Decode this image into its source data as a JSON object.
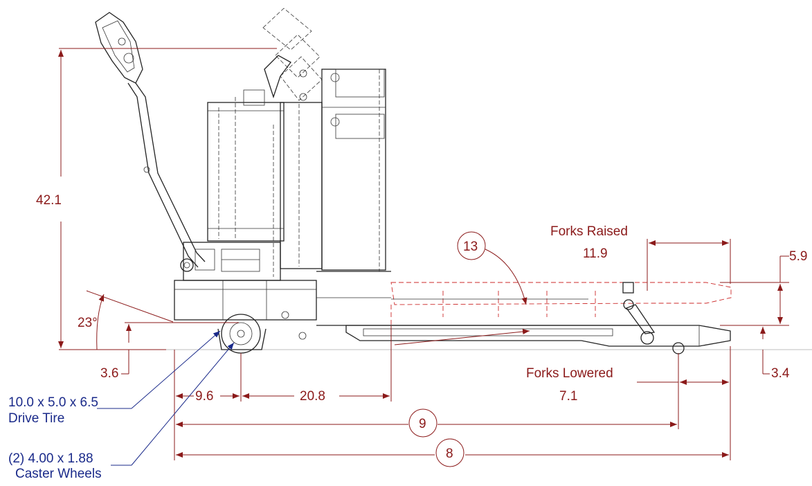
{
  "title": "",
  "dimensions": {
    "height_overall": "42.1",
    "forks_raised_label": "Forks Raised",
    "forks_raised_value": "11.9",
    "raise_height": "5.9",
    "callout_13": "13",
    "angle": "23°",
    "ground_clearance": "3.6",
    "forks_lowered_label": "Forks Lowered",
    "forks_lowered_value": "7.1",
    "lowered_height": "3.4",
    "drive_tire_offset": "9.6",
    "wheelbase": "20.8",
    "callout_9": "9",
    "callout_8": "8"
  },
  "callouts": {
    "drive_tire_size": "10.0 x 5.0 x 6.5",
    "drive_tire_label": "Drive Tire",
    "caster_size": "(2) 4.00 x 1.88",
    "caster_label": "Caster Wheels"
  },
  "colors": {
    "dimension": "#8b1a1a",
    "callout": "#1a2a8a",
    "linework": "#222222",
    "raised_forks": "#cc2a2a"
  }
}
